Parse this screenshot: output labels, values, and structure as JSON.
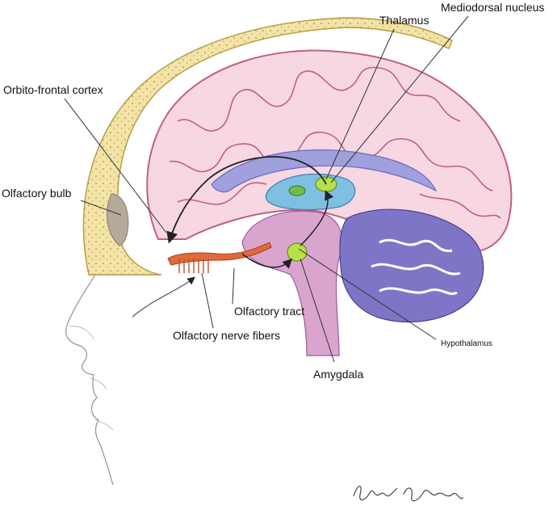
{
  "labels": {
    "thalamus": "Thalamus",
    "mediodorsal_nucleus": "Mediodorsal nucleus",
    "orbitofrontal_cortex": "Orbito-frontal cortex",
    "olfactory_bulb": "Olfactory bulb",
    "olfactory_tract": "Olfactory tract",
    "olfactory_nerve_fibers": "Olfactory nerve fibers",
    "hypothalamus": "Hypothalamus",
    "amygdala": "Amygdala"
  },
  "signature": "Hala Azizy",
  "colors": {
    "skull": "#f3e3a6",
    "skull_dots": "#8a7a3a",
    "cortex": "#f6d7e2",
    "cortex_outline": "#c0607f",
    "corpus_callosum": "#9fa0dc",
    "thalamus_region": "#7fc0e2",
    "nucleus": "#b7e04a",
    "brainstem": "#d9a5cf",
    "cerebellum": "#7f75c6",
    "olfactory_nerve": "#c0502a",
    "pathway": "#222222"
  }
}
